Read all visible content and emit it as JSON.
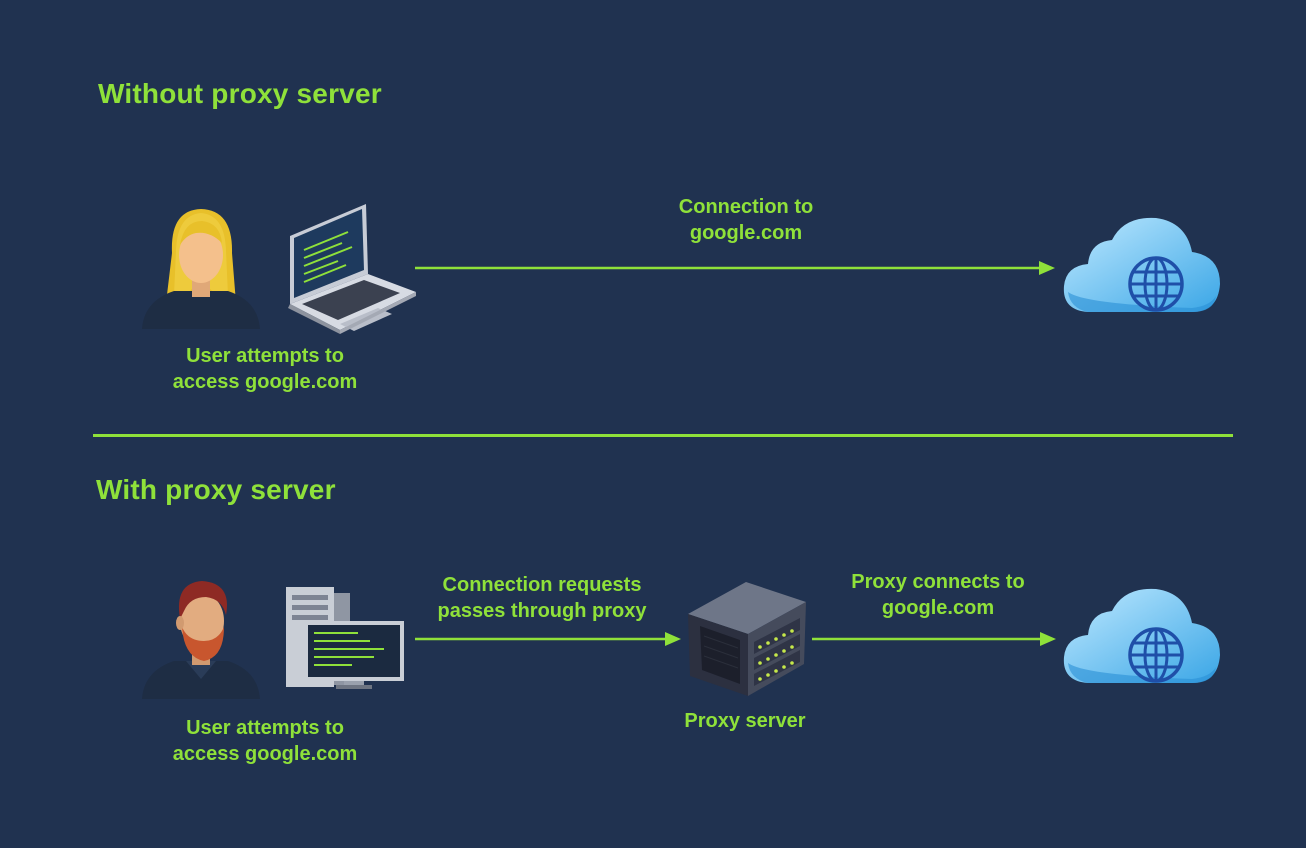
{
  "sections": {
    "without": {
      "title": "Without proxy server",
      "connection_label": [
        "Connection to",
        "google.com"
      ],
      "user_caption": [
        "User attempts to",
        "access google.com"
      ]
    },
    "with": {
      "title": "With proxy server",
      "request_label": [
        "Connection requests",
        "passes through proxy"
      ],
      "proxy_connect_label": [
        "Proxy connects to",
        "google.com"
      ],
      "user_caption": [
        "User attempts to",
        "access google.com"
      ],
      "proxy_caption": "Proxy server"
    }
  },
  "icons": {
    "woman_user": "woman-user-icon",
    "laptop": "laptop-icon",
    "cloud": "cloud-globe-icon",
    "man_user": "man-user-icon",
    "desktop": "desktop-computer-icon",
    "server": "proxy-server-icon"
  },
  "colors": {
    "background": "#203250",
    "accent": "#8fe13a"
  }
}
